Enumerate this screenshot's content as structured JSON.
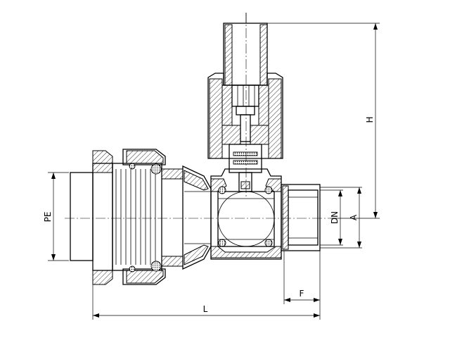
{
  "dimensions": {
    "PE": "PE",
    "DN": "DN",
    "A": "A",
    "H": "H",
    "F": "F",
    "L": "L"
  }
}
